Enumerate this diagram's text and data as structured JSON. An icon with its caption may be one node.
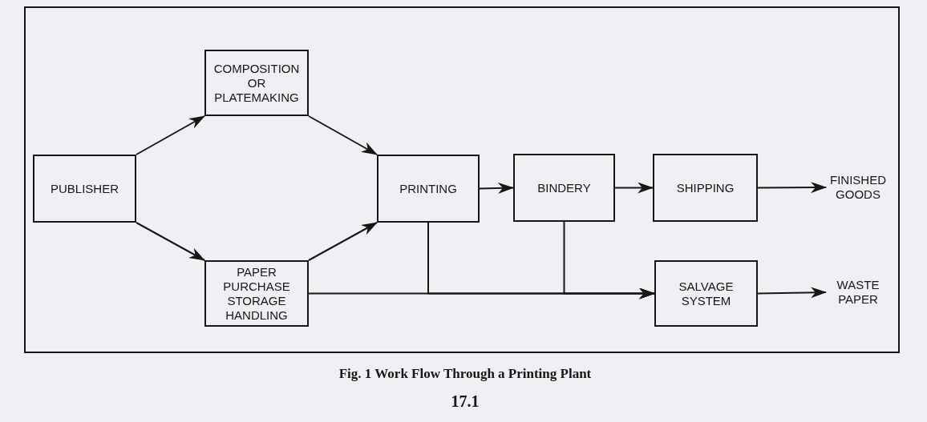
{
  "diagram": {
    "caption": "Fig. 1 Work Flow Through a Printing Plant",
    "nodes": [
      {
        "text": [
          "COMPOSITION OR PLATEMAKING"
        ]
      },
      {
        "text": [
          "PUBLISHER"
        ]
      },
      {
        "text": [
          "PRINTING"
        ]
      },
      {
        "text": [
          "PAPER PURCHASE STORAGE HANDLING"
        ]
      },
      {
        "text": [
          "BINDERY"
        ]
      },
      {
        "text": [
          "SHIPPING"
        ]
      },
      {
        "text": [
          "FINISHED GOODS"
        ]
      },
      {
        "text": [
          "SALVAGE SYSTEM"
        ]
      },
      {
        "text": [
          "WASTE PAPER"
        ]
      }
    ],
    "edges": [
      {
        "from": 1,
        "to": 0,
        "arrow": "to"
      },
      {
        "from": 0,
        "to": 2,
        "arrow": "to"
      },
      {
        "from": 1,
        "to": 3,
        "arrow": "to"
      },
      {
        "from": 3,
        "to": 2,
        "arrow": "to"
      },
      {
        "from": 2,
        "to": 4,
        "arrow": "to"
      },
      {
        "from": 4,
        "to": 5,
        "arrow": "to"
      },
      {
        "from": 5,
        "to": 6,
        "arrow": "to"
      },
      {
        "from": 3,
        "to": 7,
        "arrow": "to"
      },
      {
        "from": 2,
        "to": 7,
        "arrow": "to"
      },
      {
        "from": 4,
        "to": 7,
        "arrow": "to"
      },
      {
        "from": 7,
        "to": 8,
        "arrow": "to"
      }
    ],
    "labels": [
      "17.1"
    ]
  }
}
